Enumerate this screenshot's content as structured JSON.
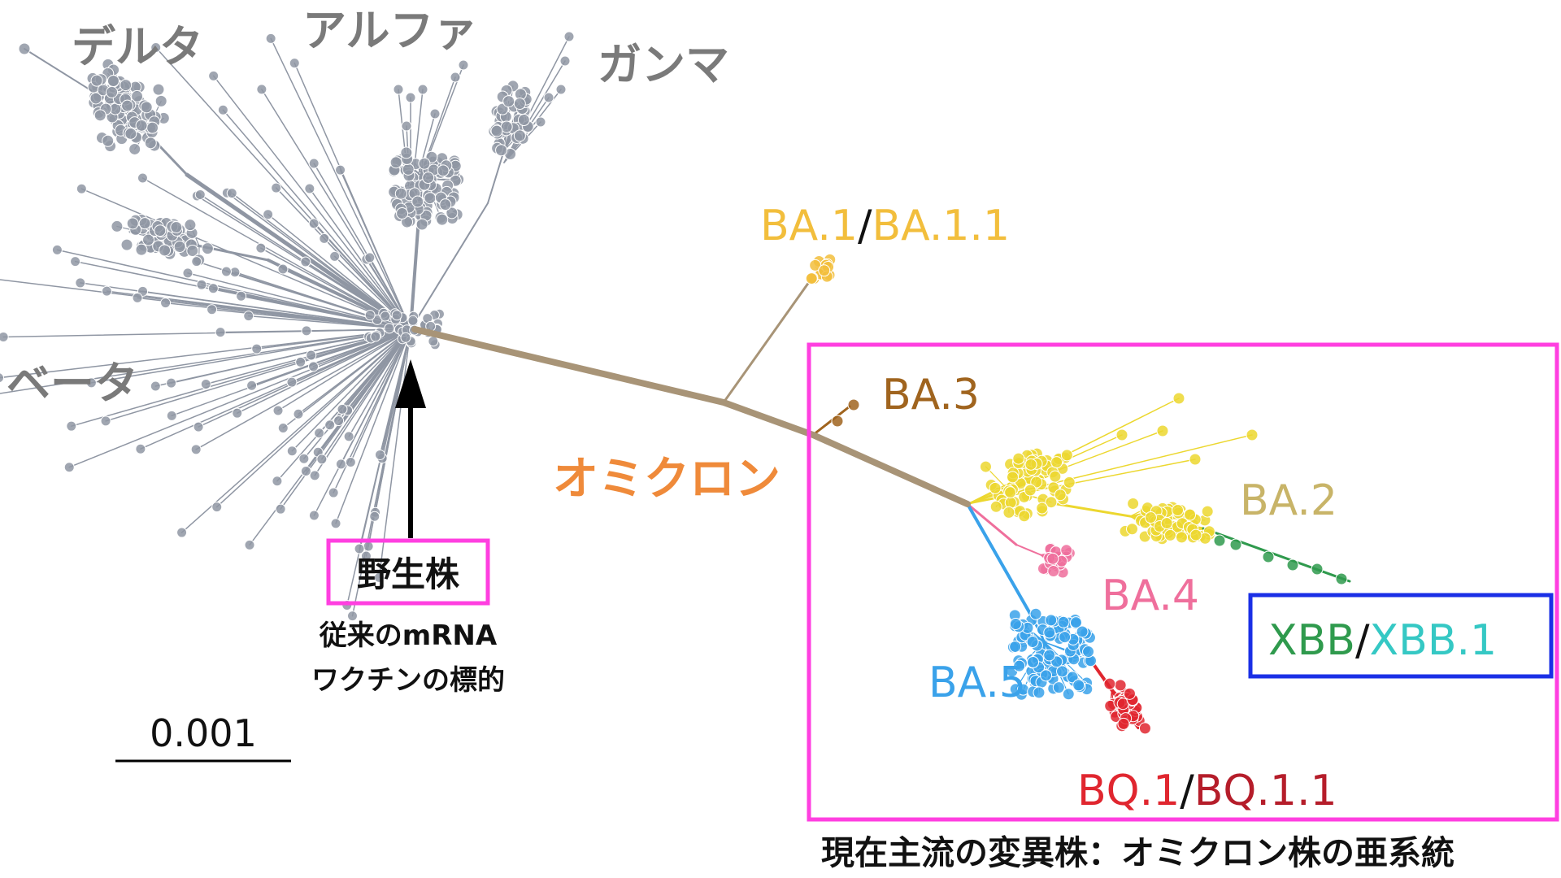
{
  "labels": {
    "delta": "デルタ",
    "alpha": "アルファ",
    "gamma": "ガンマ",
    "beta": "ベータ",
    "omicron": "オミクロン",
    "ba1": "BA.1",
    "ba1_sep": "/",
    "ba11": "BA.1.1",
    "ba3": "BA.3",
    "ba2": "BA.2",
    "ba4": "BA.4",
    "ba5": "BA.5",
    "xbb": "XBB",
    "xbb_sep": "/",
    "xbb1": "XBB.1",
    "bq1": "BQ.1",
    "bq_sep": "/",
    "bq11": "BQ.1.1",
    "wild_strain": "野生株",
    "vaccine_line1": "従来のmRNA",
    "vaccine_line2": "ワクチンの標的",
    "scale": "0.001",
    "current_caption": "現在主流の変異株：オミクロン株の亜系統"
  },
  "colors": {
    "early_lineage": "#8f96a3",
    "early_label": "#7a7a7a",
    "trunk": "#a89477",
    "omicron_label": "#ef8a3a",
    "ba1": "#f2be3c",
    "ba3": "#a0641e",
    "ba2_nodes": "#ecd72f",
    "ba2_label": "#c8b468",
    "ba4": "#ef6f9c",
    "ba5": "#3aa2ea",
    "bq1": "#e0262f",
    "bq11": "#b51d2a",
    "xbb": "#2f9a4d",
    "xbb1": "#35c8c4",
    "highlight_box": "#ff3fe0",
    "xbb_box": "#1a2fe6",
    "text_dark": "#111111"
  }
}
